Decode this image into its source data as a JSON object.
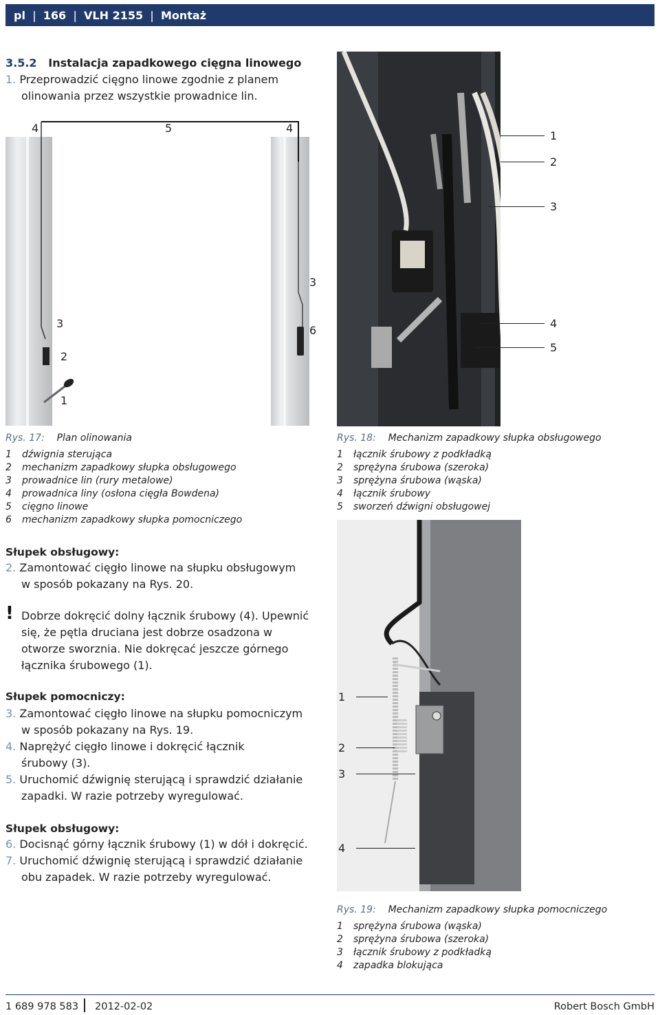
{
  "header": {
    "lang": "pl",
    "page": "166",
    "model": "VLH 2155",
    "section": "Montaż"
  },
  "section": {
    "number": "3.5.2",
    "title": "Instalacja zapadkowego cięgna linowego"
  },
  "step1": {
    "num": "1.",
    "line1": "Przeprowadzić cięgno linowe zgodnie z planem",
    "line2": "olinowania przez wszystkie prowadnice lin."
  },
  "fig17": {
    "callouts": {
      "a": "4",
      "b": "5",
      "c": "4",
      "d": "3",
      "e": "3",
      "f": "6",
      "g": "2",
      "h": "1"
    },
    "caption_label": "Rys. 17:",
    "caption_title": "Plan olinowania",
    "items": [
      {
        "num": "1",
        "text": "dźwignia sterująca"
      },
      {
        "num": "2",
        "text": "mechanizm zapadkowy słupka obsługowego"
      },
      {
        "num": "3",
        "text": "prowadnice lin (rury metalowe)"
      },
      {
        "num": "4",
        "text": "prowadnica liny (osłona cięgła Bowdena)"
      },
      {
        "num": "5",
        "text": "cięgno linowe"
      },
      {
        "num": "6",
        "text": "mechanizm zapadkowy słupka pomocniczego"
      }
    ]
  },
  "fig18": {
    "callouts": {
      "a": "1",
      "b": "2",
      "c": "3",
      "d": "4",
      "e": "5"
    },
    "caption_label": "Rys. 18:",
    "caption_title": "Mechanizm zapadkowy słupka obsługowego",
    "items": [
      {
        "num": "1",
        "text": "łącznik śrubowy z podkładką"
      },
      {
        "num": "2",
        "text": "sprężyna śrubowa (szeroka)"
      },
      {
        "num": "3",
        "text": "sprężyna śrubowa (wąska)"
      },
      {
        "num": "4",
        "text": "łącznik śrubowy"
      },
      {
        "num": "5",
        "text": "sworzeń dźwigni obsługowej"
      }
    ]
  },
  "sub1": "Słupek obsługowy:",
  "step2": {
    "num": "2.",
    "line1": "Zamontować cięgło linowe na słupku obsługowym",
    "line2": "w sposób pokazany na Rys. 20."
  },
  "warning": {
    "mark": "!",
    "line1": "Dobrze dokręcić dolny łącznik śrubowy (4). Upewnić",
    "line2": "się, że pętla druciana jest dobrze osadzona w",
    "line3": "otworze sworznia. Nie dokręcać jeszcze górnego",
    "line4": "łącznika śrubowego (1)."
  },
  "sub2": "Słupek pomocniczy:",
  "step3": {
    "num": "3.",
    "line1": "Zamontować cięgło linowe na słupku pomocniczym",
    "line2": "w sposób pokazany na Rys. 19."
  },
  "step4": {
    "num": "4.",
    "line1": "Naprężyć cięgło linowe i dokręcić łącznik",
    "line2": "śrubowy (3)."
  },
  "step5": {
    "num": "5.",
    "line1": "Uruchomić dźwignię sterującą i sprawdzić działanie",
    "line2": "zapadki. W razie potrzeby wyregulować."
  },
  "sub3": "Słupek obsługowy:",
  "step6": {
    "num": "6.",
    "line1": "Docisnąć górny łącznik śrubowy (1) w dół i dokręcić."
  },
  "step7": {
    "num": "7.",
    "line1": "Uruchomić dźwignię sterującą i sprawdzić działanie",
    "line2": "obu zapadek. W razie potrzeby wyregulować."
  },
  "fig19": {
    "callouts": {
      "a": "1",
      "b": "2",
      "c": "3",
      "d": "4"
    },
    "caption_label": "Rys. 19:",
    "caption_title": "Mechanizm zapadkowy słupka pomocniczego",
    "items": [
      {
        "num": "1",
        "text": "sprężyna śrubowa (wąska)"
      },
      {
        "num": "2",
        "text": "sprężyna śrubowa (szeroka)"
      },
      {
        "num": "3",
        "text": "łącznik śrubowy z podkładką"
      },
      {
        "num": "4",
        "text": "zapadka blokująca"
      }
    ]
  },
  "footer": {
    "docnum": "1 689 978 583",
    "date": "2012-02-02",
    "company": "Robert Bosch GmbH"
  }
}
